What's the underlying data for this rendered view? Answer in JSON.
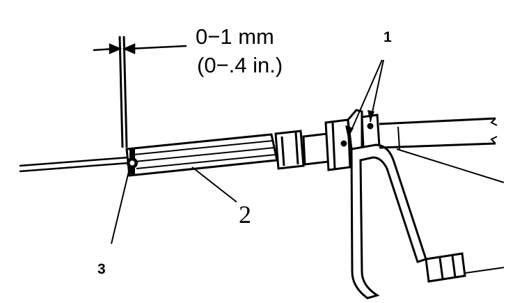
{
  "diagram": {
    "dimension": {
      "metric": "0−1  mm",
      "imperial": "(0−.4 in.)"
    },
    "callouts": {
      "one": "1",
      "two": "2",
      "three": "3"
    },
    "colors": {
      "ink": "#000000",
      "paper": "#ffffff"
    }
  }
}
